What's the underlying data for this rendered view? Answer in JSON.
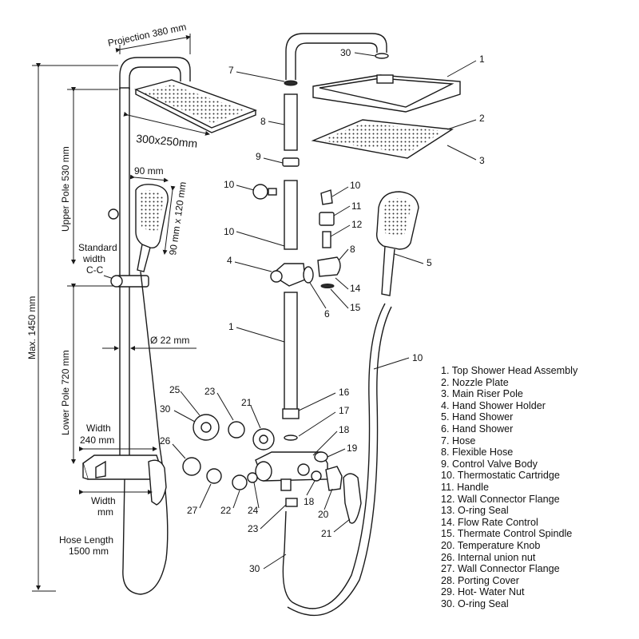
{
  "dimensions": {
    "projection": "Projection 380 mm",
    "head_size": "300x250mm",
    "upper_pole": "Upper Pole 530 mm",
    "hand_width": "90 mm",
    "hand_size": "90 mm x 120 mm",
    "standard_width_1": "Standard",
    "standard_width_2": "width",
    "standard_width_3": "C-C",
    "diameter": "Ø 22 mm",
    "max_height": "Max. 1450 mm",
    "lower_pole": "Lower Pole 720 mm",
    "valve_width_1": "Width",
    "valve_width_2": "240 mm",
    "valve_width_3": "Width",
    "valve_width_4": "mm",
    "hose_length_1": "Hose Length",
    "hose_length_2": "1500 mm"
  },
  "callouts": {
    "c30a": "30",
    "c1a": "1",
    "c7": "7",
    "c2": "2",
    "c8a": "8",
    "c3": "3",
    "c9": "9",
    "c10a": "10",
    "c10b": "10",
    "c11": "11",
    "c12": "12",
    "c10c": "10",
    "c4": "4",
    "c8b": "8",
    "c5": "5",
    "c14": "14",
    "c6": "6",
    "c15": "15",
    "c1b": "1",
    "c10d": "10",
    "c16": "16",
    "c25": "25",
    "c23a": "23",
    "c17": "17",
    "c30b": "30",
    "c21a": "21",
    "c18a": "18",
    "c19": "19",
    "c26": "26",
    "c27": "27",
    "c22": "22",
    "c24": "24",
    "c18b": "18",
    "c20": "20",
    "c23b": "23",
    "c21b": "21",
    "c30c": "30"
  },
  "legend": [
    "1.  Top Shower Head Assembly",
    "2.  Nozzle Plate",
    "3.  Main Riser Pole",
    "4.  Hand Shower Holder",
    "5.  Hand Shower",
    "6.  Hand Shower",
    "7.  Hose",
    "8.  Flexible Hose",
    "9.  Control Valve Body",
    "10. Thermostatic Cartridge",
    "11. Handle",
    "12. Wall Connector Flange",
    "13. O-ring Seal",
    "14. Flow Rate Control",
    "15. Thermate Control Spindle",
    "20. Temperature Knob",
    "26. Internal union nut",
    "27. Wall Connector Flange",
    "28. Porting Cover",
    "29. Hot- Water Nut",
    "30. O-ring Seal"
  ]
}
